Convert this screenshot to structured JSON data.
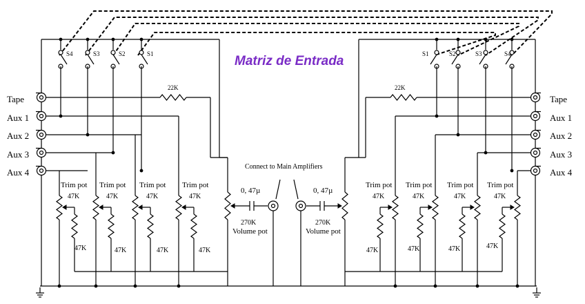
{
  "title": "Matriz de Entrada",
  "inputs": [
    "Tape",
    "Aux 1",
    "Aux 2",
    "Aux 3",
    "Aux 4"
  ],
  "switches_left": [
    "S4",
    "S3",
    "S2",
    "S1"
  ],
  "switches_right": [
    "S1",
    "S2",
    "S3",
    "S4"
  ],
  "feedback_resistor": "22K",
  "trim_pot_label": "Trim pot",
  "trim_pot_value": "47K",
  "series_resistor": "47K",
  "capacitor_label": "0, 47µ",
  "volume_value": "270K",
  "volume_label": "Volume pot",
  "output_label": "Connect to Main Amplifiers",
  "colors": {
    "title": "#7a2cc6",
    "wire": "#000000"
  },
  "icons": [
    "rca-jack-icon",
    "switch-icon",
    "resistor-icon",
    "potentiometer-icon",
    "capacitor-icon",
    "ground-icon"
  ]
}
